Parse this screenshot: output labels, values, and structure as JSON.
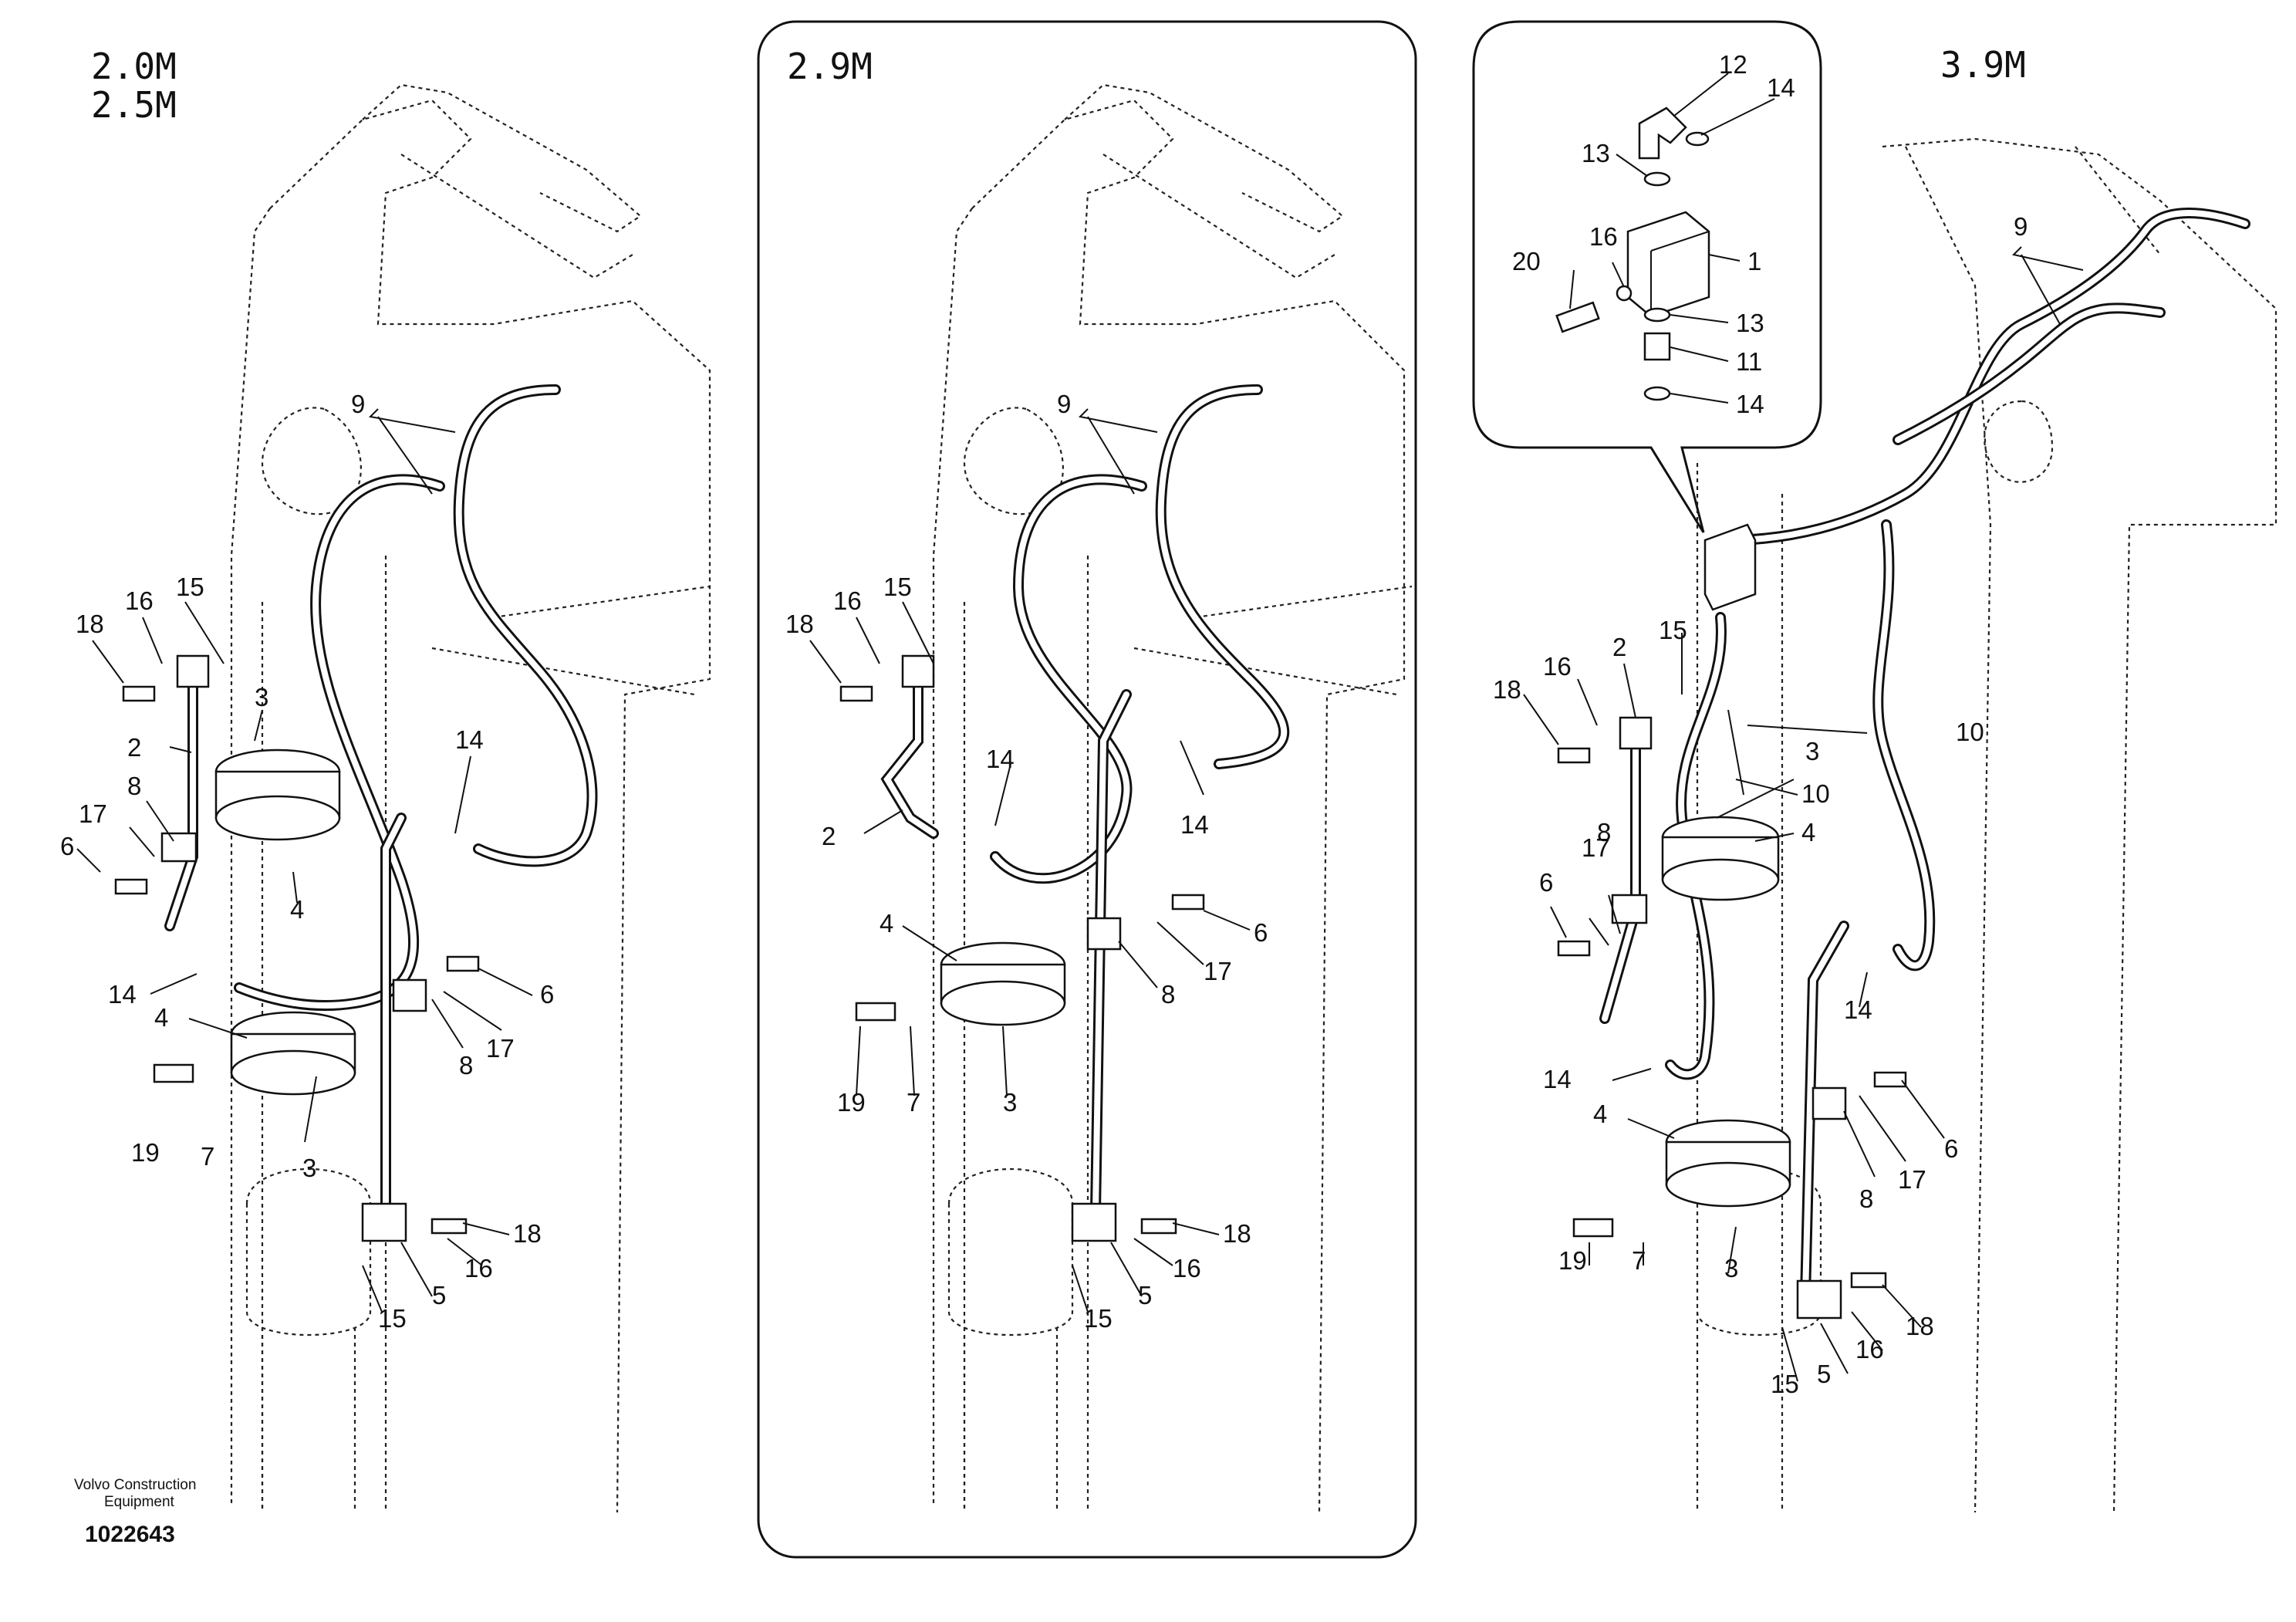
{
  "panels": [
    {
      "id": "p1",
      "title_lines": [
        "2.0M",
        "2.5M"
      ]
    },
    {
      "id": "p2",
      "title_lines": [
        "2.9M"
      ]
    },
    {
      "id": "p3",
      "title_lines": [
        "3.9M"
      ]
    }
  ],
  "callouts": {
    "p1": [
      "9",
      "18",
      "16",
      "15",
      "3",
      "2",
      "8",
      "17",
      "6",
      "4",
      "14",
      "14",
      "4",
      "19",
      "7",
      "3",
      "6",
      "17",
      "8",
      "18",
      "16",
      "15",
      "5"
    ],
    "p2": [
      "9",
      "18",
      "16",
      "15",
      "14",
      "14",
      "2",
      "4",
      "6",
      "17",
      "8",
      "19",
      "7",
      "3",
      "18",
      "16",
      "15",
      "5"
    ],
    "p3_inset": [
      "12",
      "14",
      "13",
      "16",
      "20",
      "1",
      "13",
      "11",
      "14"
    ],
    "p3": [
      "3.9M",
      "9",
      "18",
      "16",
      "2",
      "15",
      "10",
      "10",
      "3",
      "4",
      "17",
      "8",
      "6",
      "14",
      "14",
      "4",
      "6",
      "17",
      "8",
      "19",
      "7",
      "3",
      "18",
      "16",
      "15",
      "5"
    ]
  },
  "footer": {
    "brand_line1": "Volvo Construction",
    "brand_line2": "Equipment",
    "drawing_number": "1022643"
  }
}
